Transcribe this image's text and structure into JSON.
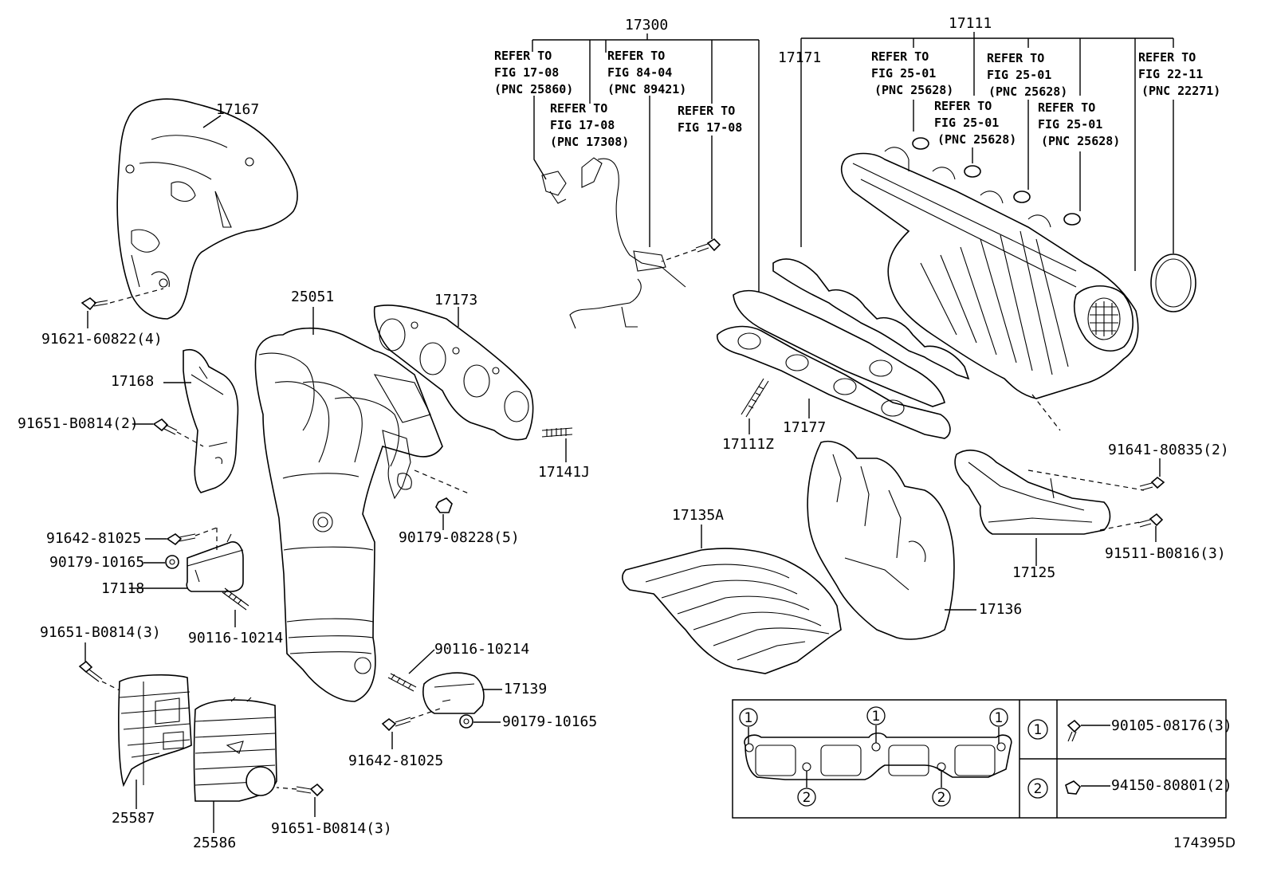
{
  "labels": {
    "p17167": "17167",
    "p91621": "91621-60822(4)",
    "p17168": "17168",
    "p91651a": "91651-B0814(2)",
    "p91642a": "91642-81025",
    "p90179a": "90179-10165",
    "p17118": "17118",
    "p90116a": "90116-10214",
    "p91651b": "91651-B0814(3)",
    "p25587": "25587",
    "p25586": "25586",
    "p91651c": "91651-B0814(3)",
    "p25051": "25051",
    "p17173": "17173",
    "p17141J": "17141J",
    "p90179b": "90179-08228(5)",
    "p90116b": "90116-10214",
    "p17139": "17139",
    "p90179c": "90179-10165",
    "p91642b": "91642-81025",
    "p17300": "17300",
    "p17111": "17111",
    "p17171": "17171",
    "p17111Z": "17111Z",
    "p17177": "17177",
    "p17135A": "17135A",
    "p17136": "17136",
    "p17125": "17125",
    "p91641": "91641-80835(2)",
    "p91511": "91511-B0816(3)"
  },
  "refs": {
    "r1": [
      "REFER TO",
      "FIG 17-08",
      "(PNC 25860)"
    ],
    "r2": [
      "REFER TO",
      "FIG 84-04",
      "(PNC 89421)"
    ],
    "r3": [
      "REFER TO",
      "FIG 17-08",
      "(PNC 17308)"
    ],
    "r4": [
      "REFER TO",
      "FIG 17-08"
    ],
    "r5": [
      "REFER TO",
      "FIG 25-01",
      "(PNC 25628)"
    ],
    "r6": [
      "REFER TO",
      "FIG 25-01",
      "(PNC 25628)"
    ],
    "r7": [
      "REFER TO",
      "FIG 22-11",
      "(PNC 22271)"
    ],
    "r8": [
      "REFER TO",
      "FIG 25-01",
      "(PNC 25628)"
    ],
    "r9": [
      "REFER TO",
      "FIG 25-01",
      "(PNC 25628)"
    ]
  },
  "legend": {
    "m1": "1",
    "m2": "2",
    "row1": "90105-08176(3)",
    "row2": "94150-80801(2)"
  },
  "figure_id": "174395D"
}
